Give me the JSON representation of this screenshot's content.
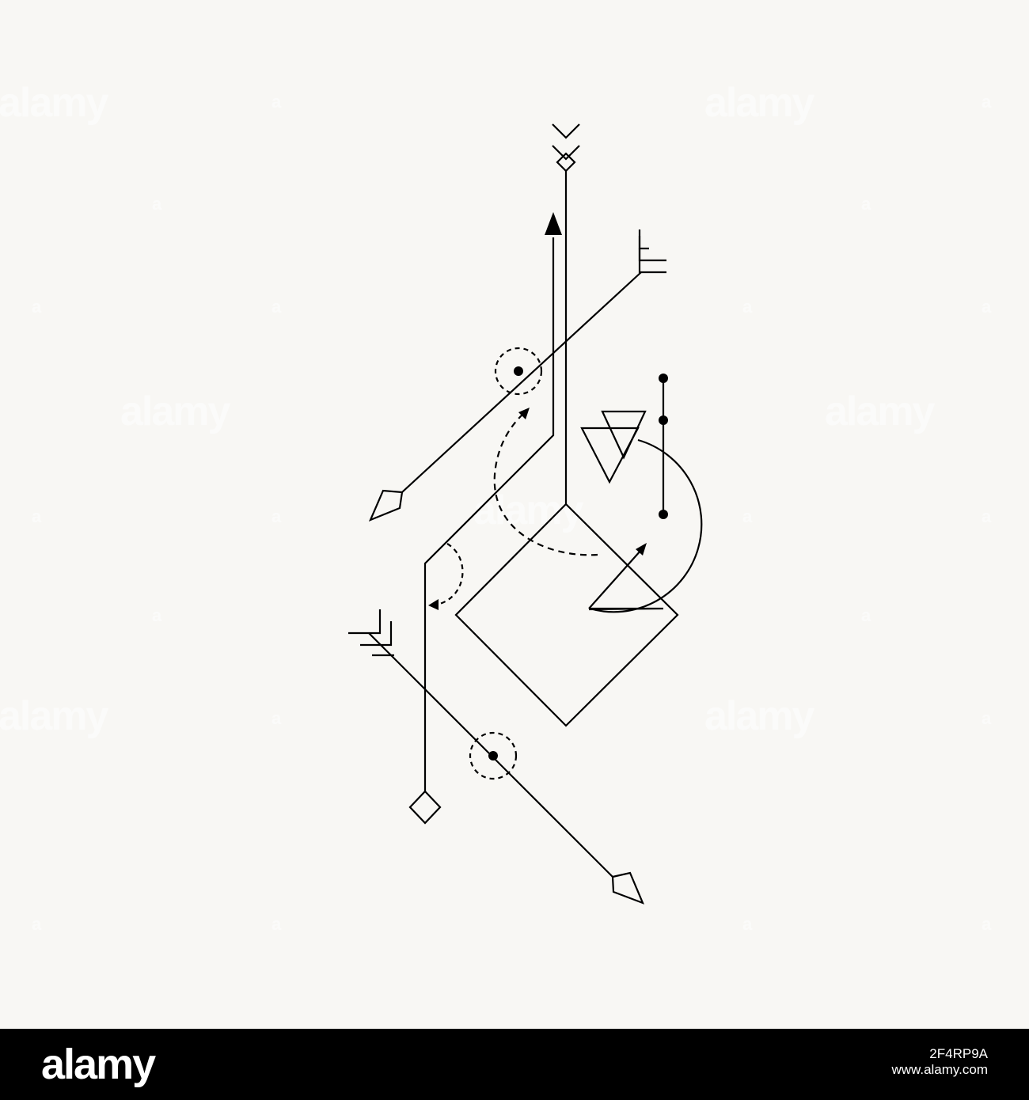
{
  "watermark": {
    "text": "alamy",
    "small_mark": "a"
  },
  "footer": {
    "logo": "alamy",
    "image_id": "2F4RP9A",
    "url": "www.alamy.com"
  },
  "colors": {
    "background": "#f8f7f4",
    "line": "#000000",
    "footer_bg": "#000000",
    "footer_text": "#ffffff"
  }
}
